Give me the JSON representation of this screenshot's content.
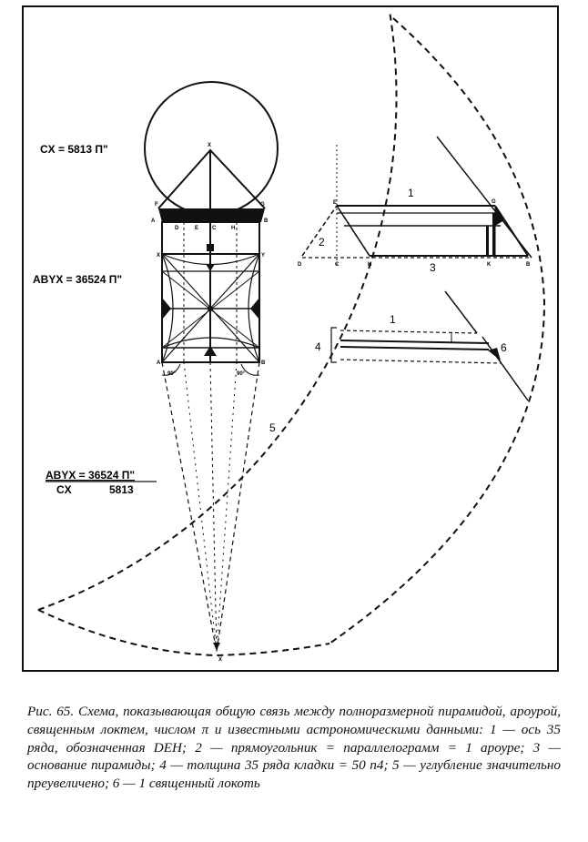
{
  "figure": {
    "label_cx": "CX = 5813 П\"",
    "label_abyx": "ABYX = 36524 П\"",
    "ratio_numerator": "ABYX = 36524 П\"",
    "ratio_denominator_left": "CX",
    "ratio_denominator_right": "5813",
    "number_labels": [
      "1",
      "2",
      "3",
      "1",
      "4",
      "6",
      "5"
    ],
    "angle_labels": [
      "90°",
      "90°"
    ],
    "point_labels": {
      "X_top": "X",
      "F": "F",
      "G": "G",
      "A": "A",
      "B": "B",
      "D": "D",
      "E": "E",
      "C": "C",
      "H": "H",
      "X_mid": "X",
      "Y": "Y",
      "A_bot": "A",
      "B_bot": "B",
      "X_bottom": "X",
      "r_E": "E",
      "r_G": "G",
      "r_D": "D",
      "r_C": "C",
      "r_H": "H",
      "r_K": "K",
      "r_B": "B"
    }
  },
  "caption": {
    "text": "Рис. 65. Схема, показывающая общую связь между полноразмерной пирамидой, ароурой, священным локтем, числом π и известными астрономическими данными: 1 — ось 35 ряда, обозначенная DEH; 2 — прямоугольник = параллелограмм = 1 ароуре; 3 — основание пирамиды; 4 — толщина 35 ряда кладки = 50 п4; 5 — углубление значительно преувеличено; 6 — 1 священный локоть"
  }
}
